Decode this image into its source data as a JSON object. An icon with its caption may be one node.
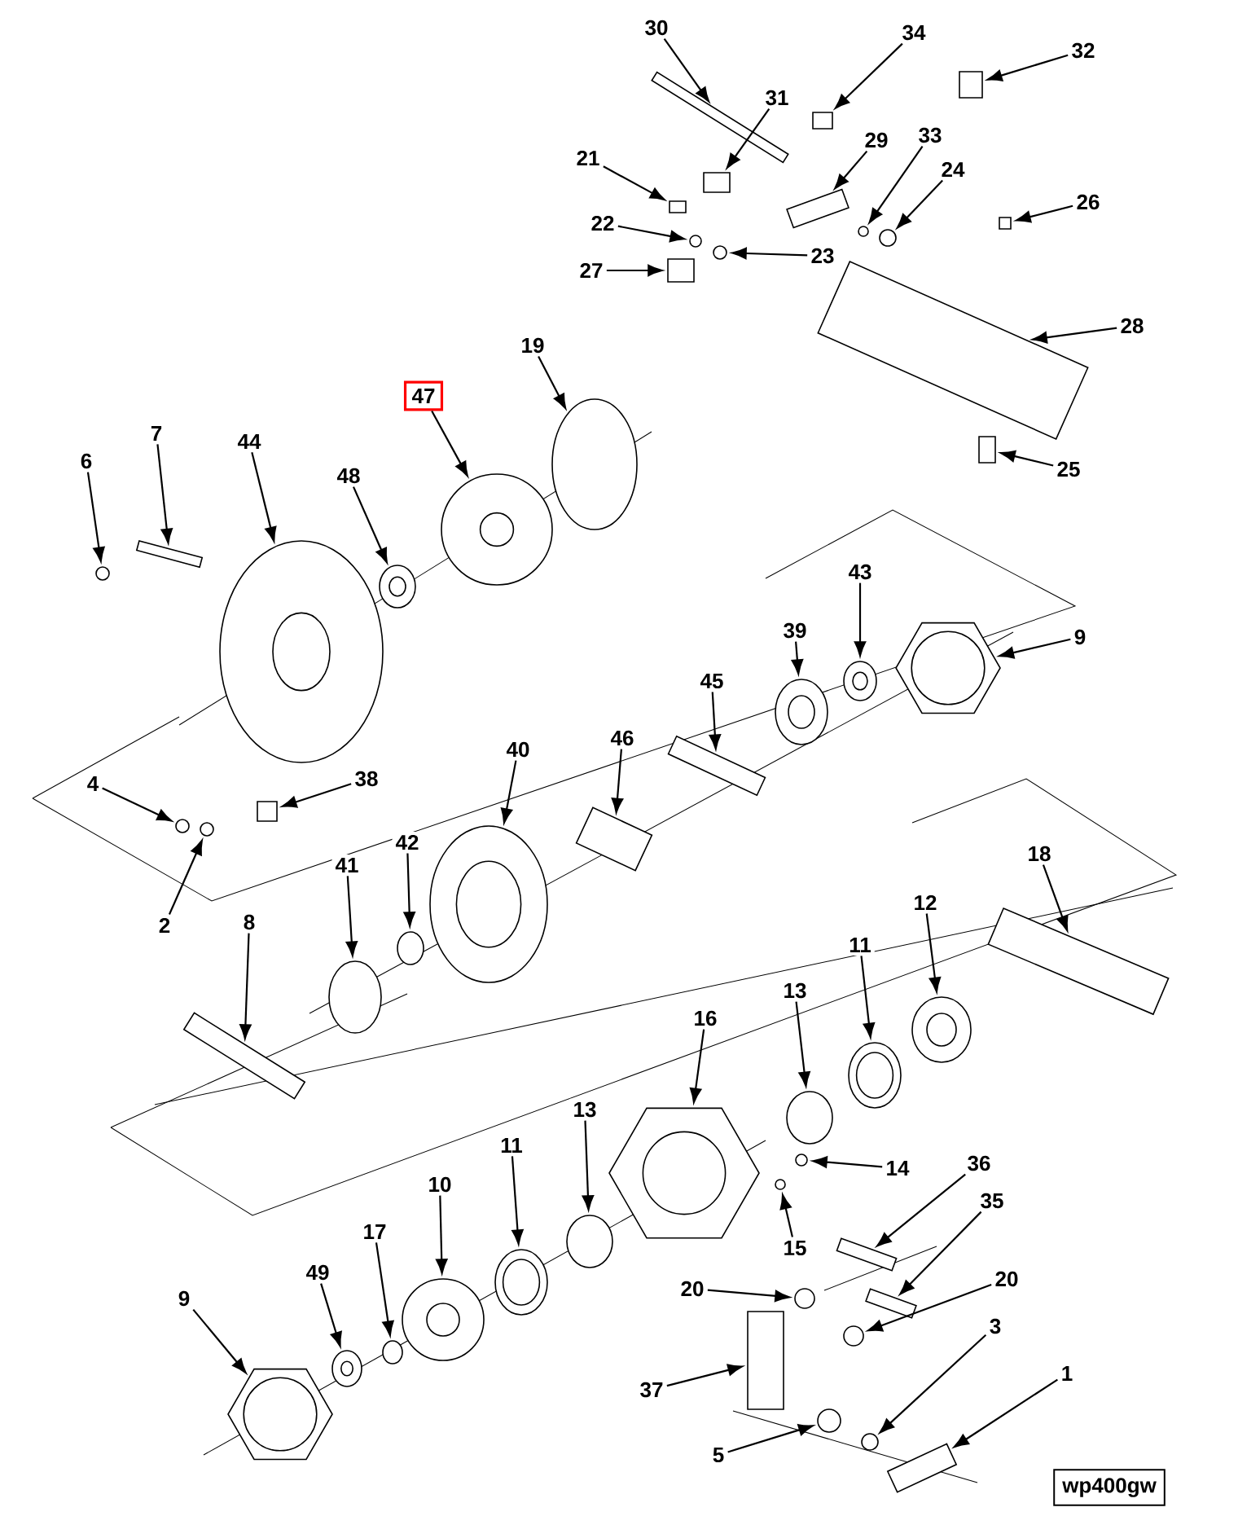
{
  "diagram": {
    "nodes": [
      {
        "text": [
          "30"
        ]
      },
      {
        "text": [
          "34"
        ]
      },
      {
        "text": [
          "32"
        ]
      },
      {
        "text": [
          "31"
        ]
      },
      {
        "text": [
          "21"
        ]
      },
      {
        "text": [
          "29"
        ]
      },
      {
        "text": [
          "33"
        ]
      },
      {
        "text": [
          "24"
        ]
      },
      {
        "text": [
          "26"
        ]
      },
      {
        "text": [
          "22"
        ]
      },
      {
        "text": [
          "23"
        ]
      },
      {
        "text": [
          "27"
        ]
      },
      {
        "text": [
          "19"
        ]
      },
      {
        "text": [
          "28"
        ]
      },
      {
        "text": [
          "47"
        ]
      },
      {
        "text": [
          "25"
        ]
      },
      {
        "text": [
          "6"
        ]
      },
      {
        "text": [
          "7"
        ]
      },
      {
        "text": [
          "44"
        ]
      },
      {
        "text": [
          "48"
        ]
      },
      {
        "text": [
          "43"
        ]
      },
      {
        "text": [
          "9"
        ]
      },
      {
        "text": [
          "39"
        ]
      },
      {
        "text": [
          "45"
        ]
      },
      {
        "text": [
          "46"
        ]
      },
      {
        "text": [
          "40"
        ]
      },
      {
        "text": [
          "38"
        ]
      },
      {
        "text": [
          "4"
        ]
      },
      {
        "text": [
          "18"
        ]
      },
      {
        "text": [
          "41"
        ]
      },
      {
        "text": [
          "42"
        ]
      },
      {
        "text": [
          "12"
        ]
      },
      {
        "text": [
          "2"
        ]
      },
      {
        "text": [
          "8"
        ]
      },
      {
        "text": [
          "11"
        ]
      },
      {
        "text": [
          "13"
        ]
      },
      {
        "text": [
          "16"
        ]
      },
      {
        "text": [
          "13"
        ]
      },
      {
        "text": [
          "11"
        ]
      },
      {
        "text": [
          "14"
        ]
      },
      {
        "text": [
          "36"
        ]
      },
      {
        "text": [
          "35"
        ]
      },
      {
        "text": [
          "10"
        ]
      },
      {
        "text": [
          "17"
        ]
      },
      {
        "text": [
          "15"
        ]
      },
      {
        "text": [
          "49"
        ]
      },
      {
        "text": [
          "20"
        ]
      },
      {
        "text": [
          "20"
        ]
      },
      {
        "text": [
          "9"
        ]
      },
      {
        "text": [
          "3"
        ]
      },
      {
        "text": [
          "1"
        ]
      },
      {
        "text": [
          "37"
        ]
      },
      {
        "text": [
          "5"
        ]
      },
      {
        "text": [
          "wp400gw"
        ]
      },
      {
        "text": [],
        "shape": "box"
      },
      {
        "text": [],
        "shape": "box"
      },
      {
        "text": [],
        "shape": "box"
      },
      {
        "text": [],
        "shape": "box"
      },
      {
        "text": [],
        "shape": "box"
      },
      {
        "text": [],
        "shape": "box"
      },
      {
        "text": [],
        "shape": "circle"
      },
      {
        "text": [],
        "shape": "circle"
      },
      {
        "text": [],
        "shape": "box"
      },
      {
        "text": [],
        "shape": "circle"
      },
      {
        "text": [],
        "shape": "circle"
      },
      {
        "text": [],
        "shape": "box"
      },
      {
        "text": [],
        "shape": "ellipse"
      },
      {
        "text": [],
        "shape": "box"
      },
      {
        "text": [],
        "shape": "picture"
      },
      {
        "text": [],
        "shape": "box"
      },
      {
        "text": [],
        "shape": "circle"
      },
      {
        "text": [],
        "shape": "box"
      },
      {
        "text": [],
        "shape": "picture"
      },
      {
        "text": [],
        "shape": "picture"
      },
      {
        "text": [],
        "shape": "picture"
      },
      {
        "text": [],
        "shape": "picture"
      },
      {
        "text": [],
        "shape": "picture"
      },
      {
        "text": [],
        "shape": "box"
      },
      {
        "text": [],
        "shape": "box"
      },
      {
        "text": [],
        "shape": "picture"
      },
      {
        "text": [],
        "shape": "box"
      },
      {
        "text": [],
        "shape": "circle"
      },
      {
        "text": [],
        "shape": "box"
      },
      {
        "text": [],
        "shape": "ellipse"
      },
      {
        "text": [],
        "shape": "ellipse"
      },
      {
        "text": [],
        "shape": "picture"
      },
      {
        "text": [],
        "shape": "circle"
      },
      {
        "text": [],
        "shape": "box"
      },
      {
        "text": [],
        "shape": "picture"
      },
      {
        "text": [],
        "shape": "ellipse"
      },
      {
        "text": [],
        "shape": "picture"
      },
      {
        "text": [],
        "shape": "ellipse"
      },
      {
        "text": [],
        "shape": "picture"
      },
      {
        "text": [],
        "shape": "circle"
      },
      {
        "text": [],
        "shape": "box"
      },
      {
        "text": [],
        "shape": "box"
      },
      {
        "text": [],
        "shape": "picture"
      },
      {
        "text": [],
        "shape": "ellipse"
      },
      {
        "text": [],
        "shape": "circle"
      },
      {
        "text": [],
        "shape": "picture"
      },
      {
        "text": [],
        "shape": "circle"
      },
      {
        "text": [],
        "shape": "circle"
      },
      {
        "text": [],
        "shape": "picture"
      },
      {
        "text": [],
        "shape": "circle"
      },
      {
        "text": [],
        "shape": "box"
      },
      {
        "text": [],
        "shape": "box"
      },
      {
        "text": [],
        "shape": "circle"
      }
    ],
    "edges": [
      {
        "from": 0,
        "to": 54,
        "arrow": "to"
      },
      {
        "from": 1,
        "to": 55,
        "arrow": "to"
      },
      {
        "from": 2,
        "to": 56,
        "arrow": "to"
      },
      {
        "from": 3,
        "to": 57,
        "arrow": "to"
      },
      {
        "from": 4,
        "to": 58,
        "arrow": "to"
      },
      {
        "from": 5,
        "to": 59,
        "arrow": "to"
      },
      {
        "from": 6,
        "to": 60,
        "arrow": "to"
      },
      {
        "from": 7,
        "to": 61,
        "arrow": "to"
      },
      {
        "from": 8,
        "to": 62,
        "arrow": "to"
      },
      {
        "from": 9,
        "to": 63,
        "arrow": "to"
      },
      {
        "from": 10,
        "to": 64,
        "arrow": "to"
      },
      {
        "from": 11,
        "to": 65,
        "arrow": "to"
      },
      {
        "from": 12,
        "to": 66,
        "arrow": "to"
      },
      {
        "from": 13,
        "to": 67,
        "arrow": "to"
      },
      {
        "from": 14,
        "to": 68,
        "arrow": "to"
      },
      {
        "from": 15,
        "to": 69,
        "arrow": "to"
      },
      {
        "from": 16,
        "to": 70,
        "arrow": "to"
      },
      {
        "from": 17,
        "to": 71,
        "arrow": "to"
      },
      {
        "from": 18,
        "to": 72,
        "arrow": "to"
      },
      {
        "from": 19,
        "to": 73,
        "arrow": "to"
      },
      {
        "from": 20,
        "to": 74,
        "arrow": "to"
      },
      {
        "from": 21,
        "to": 75,
        "arrow": "to"
      },
      {
        "from": 22,
        "to": 76,
        "arrow": "to"
      },
      {
        "from": 23,
        "to": 77,
        "arrow": "to"
      },
      {
        "from": 24,
        "to": 78,
        "arrow": "to"
      },
      {
        "from": 25,
        "to": 79,
        "arrow": "to"
      },
      {
        "from": 26,
        "to": 80,
        "arrow": "to"
      },
      {
        "from": 27,
        "to": 81,
        "arrow": "to"
      },
      {
        "from": 28,
        "to": 82,
        "arrow": "to"
      },
      {
        "from": 29,
        "to": 83,
        "arrow": "to"
      },
      {
        "from": 30,
        "to": 84,
        "arrow": "to"
      },
      {
        "from": 31,
        "to": 85,
        "arrow": "to"
      },
      {
        "from": 32,
        "to": 86,
        "arrow": "to"
      },
      {
        "from": 33,
        "to": 87,
        "arrow": "to"
      },
      {
        "from": 34,
        "to": 88,
        "arrow": "to"
      },
      {
        "from": 35,
        "to": 89,
        "arrow": "to"
      },
      {
        "from": 36,
        "to": 90,
        "arrow": "to"
      },
      {
        "from": 37,
        "to": 91,
        "arrow": "to"
      },
      {
        "from": 38,
        "to": 92,
        "arrow": "to"
      },
      {
        "from": 39,
        "to": 93,
        "arrow": "to"
      },
      {
        "from": 40,
        "to": 94,
        "arrow": "to"
      },
      {
        "from": 41,
        "to": 95,
        "arrow": "to"
      },
      {
        "from": 42,
        "to": 96,
        "arrow": "to"
      },
      {
        "from": 43,
        "to": 97,
        "arrow": "to"
      },
      {
        "from": 44,
        "to": 98,
        "arrow": "to"
      },
      {
        "from": 45,
        "to": 99,
        "arrow": "to"
      },
      {
        "from": 46,
        "to": 100,
        "arrow": "to"
      },
      {
        "from": 47,
        "to": 101,
        "arrow": "to"
      },
      {
        "from": 48,
        "to": 102,
        "arrow": "to"
      },
      {
        "from": 49,
        "to": 103,
        "arrow": "to"
      },
      {
        "from": 50,
        "to": 104,
        "arrow": "to"
      },
      {
        "from": 51,
        "to": 105,
        "arrow": "to"
      },
      {
        "from": 52,
        "to": 106,
        "arrow": "to"
      }
    ]
  }
}
